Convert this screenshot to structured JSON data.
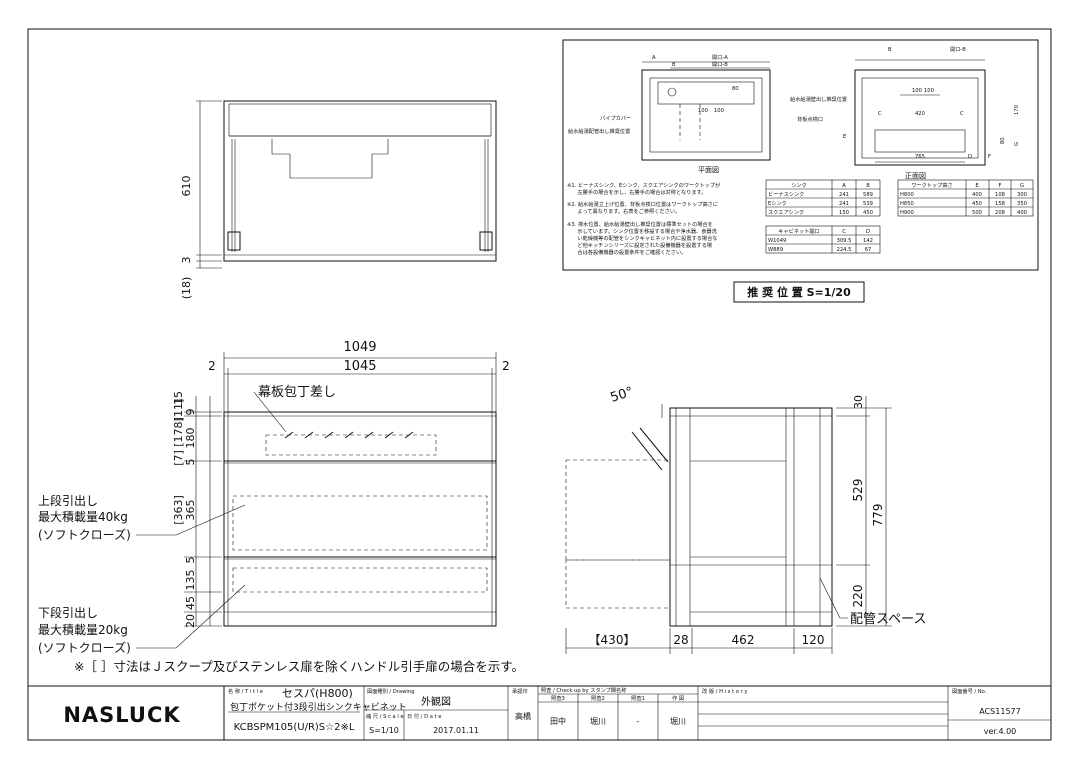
{
  "drawing": {
    "top_view_dims": {
      "depth": "610",
      "gap": "3",
      "offset": "(18)"
    },
    "front_view_dims": {
      "overall_width": "1049",
      "inner_width": "1045",
      "side_gap_left": "2",
      "side_gap_right": "2",
      "heights": [
        "[11]",
        "15",
        "9",
        "[178]",
        "180",
        "[7]",
        "5",
        "[363]",
        "365",
        "5",
        "135",
        "45",
        "20"
      ]
    },
    "side_view_dims": {
      "angle": "50°",
      "top": "30",
      "middle": "529",
      "bottom": "220",
      "total": "779",
      "protrude": "【430】",
      "gap": "28",
      "depth": "462",
      "rear": "120"
    },
    "labels": {
      "face_plate": "幕板包丁差し",
      "upper_drawer": [
        "上段引出し",
        "最大積載量40kg",
        "(ソフトクローズ)"
      ],
      "lower_drawer": [
        "下段引出し",
        "最大積載量20kg",
        "(ソフトクローズ)"
      ],
      "piping_space": "配管スペース",
      "note": "※［ ］寸法はＪスクープ及びステンレス扉を除くハンドル引手扉の場合を示す。"
    },
    "recommend": {
      "plan_labels": [
        "開口-A",
        "開口-B",
        "A",
        "B",
        "パイプカバー",
        "給水給湯配管出し推奨位置",
        "100",
        "100",
        "80",
        "平面図"
      ],
      "elev_labels": [
        "開口-B",
        "B",
        "給水給湯壁出し推奨位置",
        "背板点検口",
        "100",
        "100",
        "C",
        "420",
        "C",
        "E",
        "765",
        "D",
        "170",
        "80",
        "G",
        "F",
        "正面図"
      ],
      "notes": [
        "※1. ビーナスシンク、Eシンク、スクエアシンクのワークトップが",
        "　　左勝手の場合を示し、右勝手の場合は対称となります。",
        "※2. 給水給湯立上げ位置、背板点検口位置はワークトップ高さに",
        "　　よって異なります。右表をご参照ください。",
        "※3. 排水位置、給水給湯壁出し推奨位置は標準セットの場合を",
        "　　示しています。シンク位置を移設する場合や浄水器、食器洗",
        "　　い乾燥機等の配管をシンクキャビネット内に設置する場合な",
        "　　ど他キッチンシリーズに設定された設備機器を設置する場",
        "　　合は各設備機器の設置条件をご確認ください。"
      ],
      "sink_table": {
        "headers": [
          "シンク",
          "A",
          "B"
        ],
        "rows": [
          [
            "ビーナスシンク",
            "241",
            "589"
          ],
          [
            "Eシンク",
            "241",
            "539"
          ],
          [
            "スクエアシンク",
            "150",
            "450"
          ]
        ]
      },
      "wt_table": {
        "headers": [
          "ワークトップ高さ",
          "E",
          "F",
          "G"
        ],
        "rows": [
          [
            "H800",
            "400",
            "108",
            "300"
          ],
          [
            "H850",
            "450",
            "158",
            "350"
          ],
          [
            "H900",
            "500",
            "208",
            "400"
          ]
        ]
      },
      "cab_table": {
        "headers": [
          "キャビネット開口",
          "C",
          "D"
        ],
        "rows": [
          [
            "W1049",
            "309.5",
            "142"
          ],
          [
            "W889",
            "224.5",
            "67"
          ]
        ]
      },
      "title": "推 奨 位 置 S=1/20"
    },
    "title_block": {
      "logo": "NASLUCK",
      "title_caption": "名 称 / T i t l e",
      "product_name": "セスパ(H800)",
      "product_desc": "包丁ポケット付3段引出シンクキャビネット",
      "model": "KCBSPM105(U/R)S☆2※L",
      "drawing_caption": "図面種別 / Drawing",
      "drawing_type": "外観図",
      "scale_caption": "縮 尺 / S c a l e",
      "scale": "S=1/10",
      "date_caption": "日 付 / D a t e",
      "date": "2017.01.11",
      "designer_caption": "承認印",
      "designer": "高橋",
      "check_caption": "照査 / Check up by スタンプ欄名称",
      "check_heads": [
        "照査3",
        "照査2",
        "照査1",
        "作 図"
      ],
      "checkers": [
        "田中",
        "堀川",
        "-",
        "堀川"
      ],
      "history_caption": "改 版 / H i s t o r y",
      "number_caption": "図面番号 / No.",
      "number": "ACS11577",
      "version": "ver.4.00"
    }
  }
}
